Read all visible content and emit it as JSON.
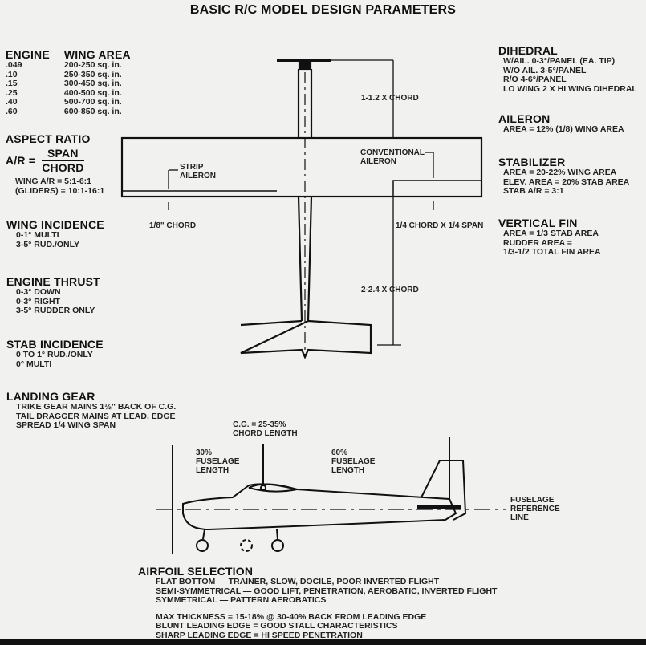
{
  "title": "BASIC R/C MODEL DESIGN PARAMETERS",
  "engine_table": {
    "engine_header": "ENGINE",
    "area_header": "WING AREA",
    "rows": [
      [
        ".049",
        "200-250 sq. in."
      ],
      [
        ".10",
        "250-350 sq. in."
      ],
      [
        ".15",
        "300-450 sq. in."
      ],
      [
        ".25",
        "400-500 sq. in."
      ],
      [
        ".40",
        "500-700 sq. in."
      ],
      [
        ".60",
        "600-850 sq. in."
      ]
    ]
  },
  "aspect_ratio": {
    "heading": "ASPECT RATIO",
    "lhs": "A/R =",
    "numerator": "SPAN",
    "denominator": "CHORD",
    "lines": [
      "WING A/R = 5:1-6:1",
      "(GLIDERS) = 10:1-16:1"
    ]
  },
  "wing_incidence": {
    "heading": "WING INCIDENCE",
    "lines": [
      "0-1° MULTI",
      "3-5° RUD./ONLY"
    ]
  },
  "engine_thrust": {
    "heading": "ENGINE THRUST",
    "lines": [
      "0-3° DOWN",
      "0-3° RIGHT",
      "3-5° RUDDER ONLY"
    ]
  },
  "stab_incidence": {
    "heading": "STAB INCIDENCE",
    "lines": [
      "0 TO 1° RUD./ONLY",
      "0° MULTI"
    ]
  },
  "landing_gear": {
    "heading": "LANDING GEAR",
    "lines": [
      "TRIKE GEAR MAINS 1½\" BACK OF C.G.",
      "TAIL DRAGGER MAINS AT LEAD. EDGE",
      "SPREAD 1/4 WING SPAN"
    ]
  },
  "dihedral": {
    "heading": "DIHEDRAL",
    "lines": [
      "W/AIL. 0-3°/PANEL (EA. TIP)",
      "W/O AIL. 3-5°/PANEL",
      "R/O 4-6°/PANEL",
      "LO WING 2 X HI WING DIHEDRAL"
    ]
  },
  "aileron": {
    "heading": "AILERON",
    "lines": [
      "AREA = 12% (1/8) WING AREA"
    ]
  },
  "stabilizer": {
    "heading": "STABILIZER",
    "lines": [
      "AREA = 20-22% WING AREA",
      "ELEV. AREA = 20% STAB AREA",
      "STAB A/R = 3:1"
    ]
  },
  "vertical_fin": {
    "heading": "VERTICAL FIN",
    "lines": [
      "AREA = 1/3 STAB AREA",
      "RUDDER AREA =",
      "1/3-1/2 TOTAL FIN AREA"
    ]
  },
  "top_view": {
    "nose_length": "1-1.2 X CHORD",
    "strip_aileron": [
      "STRIP",
      "AILERON"
    ],
    "conventional_aileron": [
      "CONVENTIONAL",
      "AILERON"
    ],
    "strip_chord": "1/8\" CHORD",
    "conv_size": "1/4 CHORD X 1/4 SPAN",
    "tail_length": "2-2.4 X CHORD"
  },
  "side_view": {
    "cg": [
      "C.G. = 25-35%",
      "CHORD LENGTH"
    ],
    "front": [
      "30%",
      "FUSELAGE",
      "LENGTH"
    ],
    "rear": [
      "60%",
      "FUSELAGE",
      "LENGTH"
    ],
    "ref_line": [
      "FUSELAGE",
      "REFERENCE",
      "LINE"
    ]
  },
  "airfoil": {
    "heading": "AIRFOIL SELECTION",
    "lines": [
      "FLAT BOTTOM — TRAINER, SLOW, DOCILE, POOR INVERTED FLIGHT",
      "SEMI-SYMMETRICAL — GOOD LIFT, PENETRATION, AEROBATIC, INVERTED FLIGHT",
      "SYMMETRICAL — PATTERN AEROBATICS"
    ],
    "notes": [
      "MAX THICKNESS = 15-18% @ 30-40% BACK FROM LEADING EDGE",
      "BLUNT LEADING EDGE = GOOD STALL CHARACTERISTICS",
      "SHARP LEADING EDGE = HI SPEED PENETRATION"
    ]
  }
}
